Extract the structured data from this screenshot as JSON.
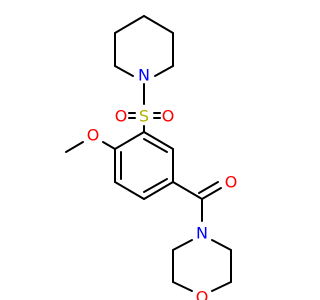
{
  "atoms": {
    "n_piperidine": "N",
    "s_sulfonyl": "S",
    "o_sulfonyl_left": "O",
    "o_sulfonyl_right": "O",
    "o_methoxy": "O",
    "o_carbonyl": "O",
    "n_morpholine": "N",
    "o_morpholine": "O"
  },
  "colors": {
    "bond": "#000000",
    "nitrogen": "#0000ff",
    "oxygen": "#ff0000",
    "sulfur": "#b2b200"
  }
}
